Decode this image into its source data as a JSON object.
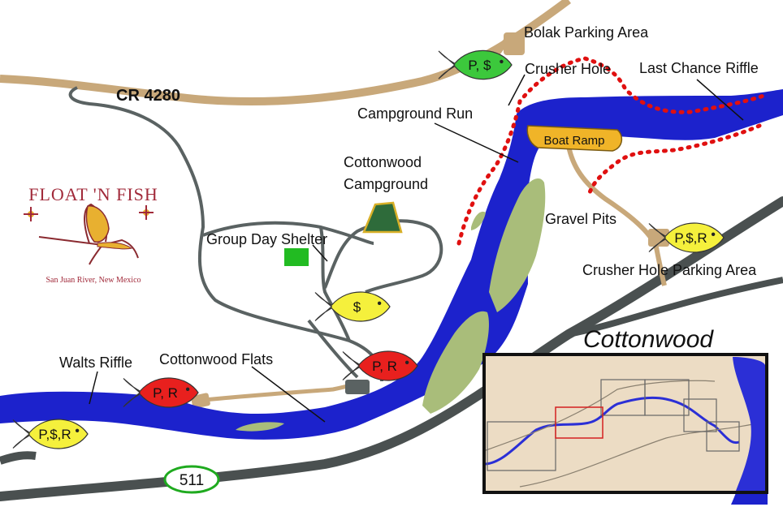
{
  "roads": {
    "county_road": "CR 4280",
    "state_route": "511"
  },
  "labels": {
    "bolak_parking": "Bolak Parking Area",
    "crusher_hole": "Crusher Hole",
    "last_chance_riffle": "Last Chance Riffle",
    "campground_run": "Campground Run",
    "boat_ramp": "Boat Ramp",
    "cottonwood_campground_line1": "Cottonwood",
    "cottonwood_campground_line2": "Campground",
    "gravel_pits": "Gravel Pits",
    "group_day_shelter": "Group Day Shelter",
    "crusher_hole_parking": "Crusher Hole Parking Area",
    "walts_riffle": "Walts Riffle",
    "cottonwood_flats": "Cottonwood Flats"
  },
  "fish_markers": [
    {
      "text": "P, $",
      "color": "#3cc83c"
    },
    {
      "text": "P,$,R",
      "color": "#f5f03c"
    },
    {
      "text": "$",
      "color": "#f5f03c"
    },
    {
      "text": "P, R",
      "color": "#e8201e"
    },
    {
      "text": "P, R",
      "color": "#e8201e"
    },
    {
      "text": "P,$,R",
      "color": "#f5f03c"
    }
  ],
  "logo": {
    "title": "FLOAT 'N FISH",
    "subtitle": "San Juan River, New Mexico"
  },
  "region_title": "Cottonwood",
  "colors": {
    "river": "#1c22cc",
    "island": "#a9bd7a",
    "road": "#c8a87a",
    "highway": "#4a5050",
    "trail": "#5a6262",
    "private_boundary": "#e01010",
    "ramp": "#f0b428",
    "shelter": "#22bb22",
    "campground": "#2e6b3a"
  }
}
